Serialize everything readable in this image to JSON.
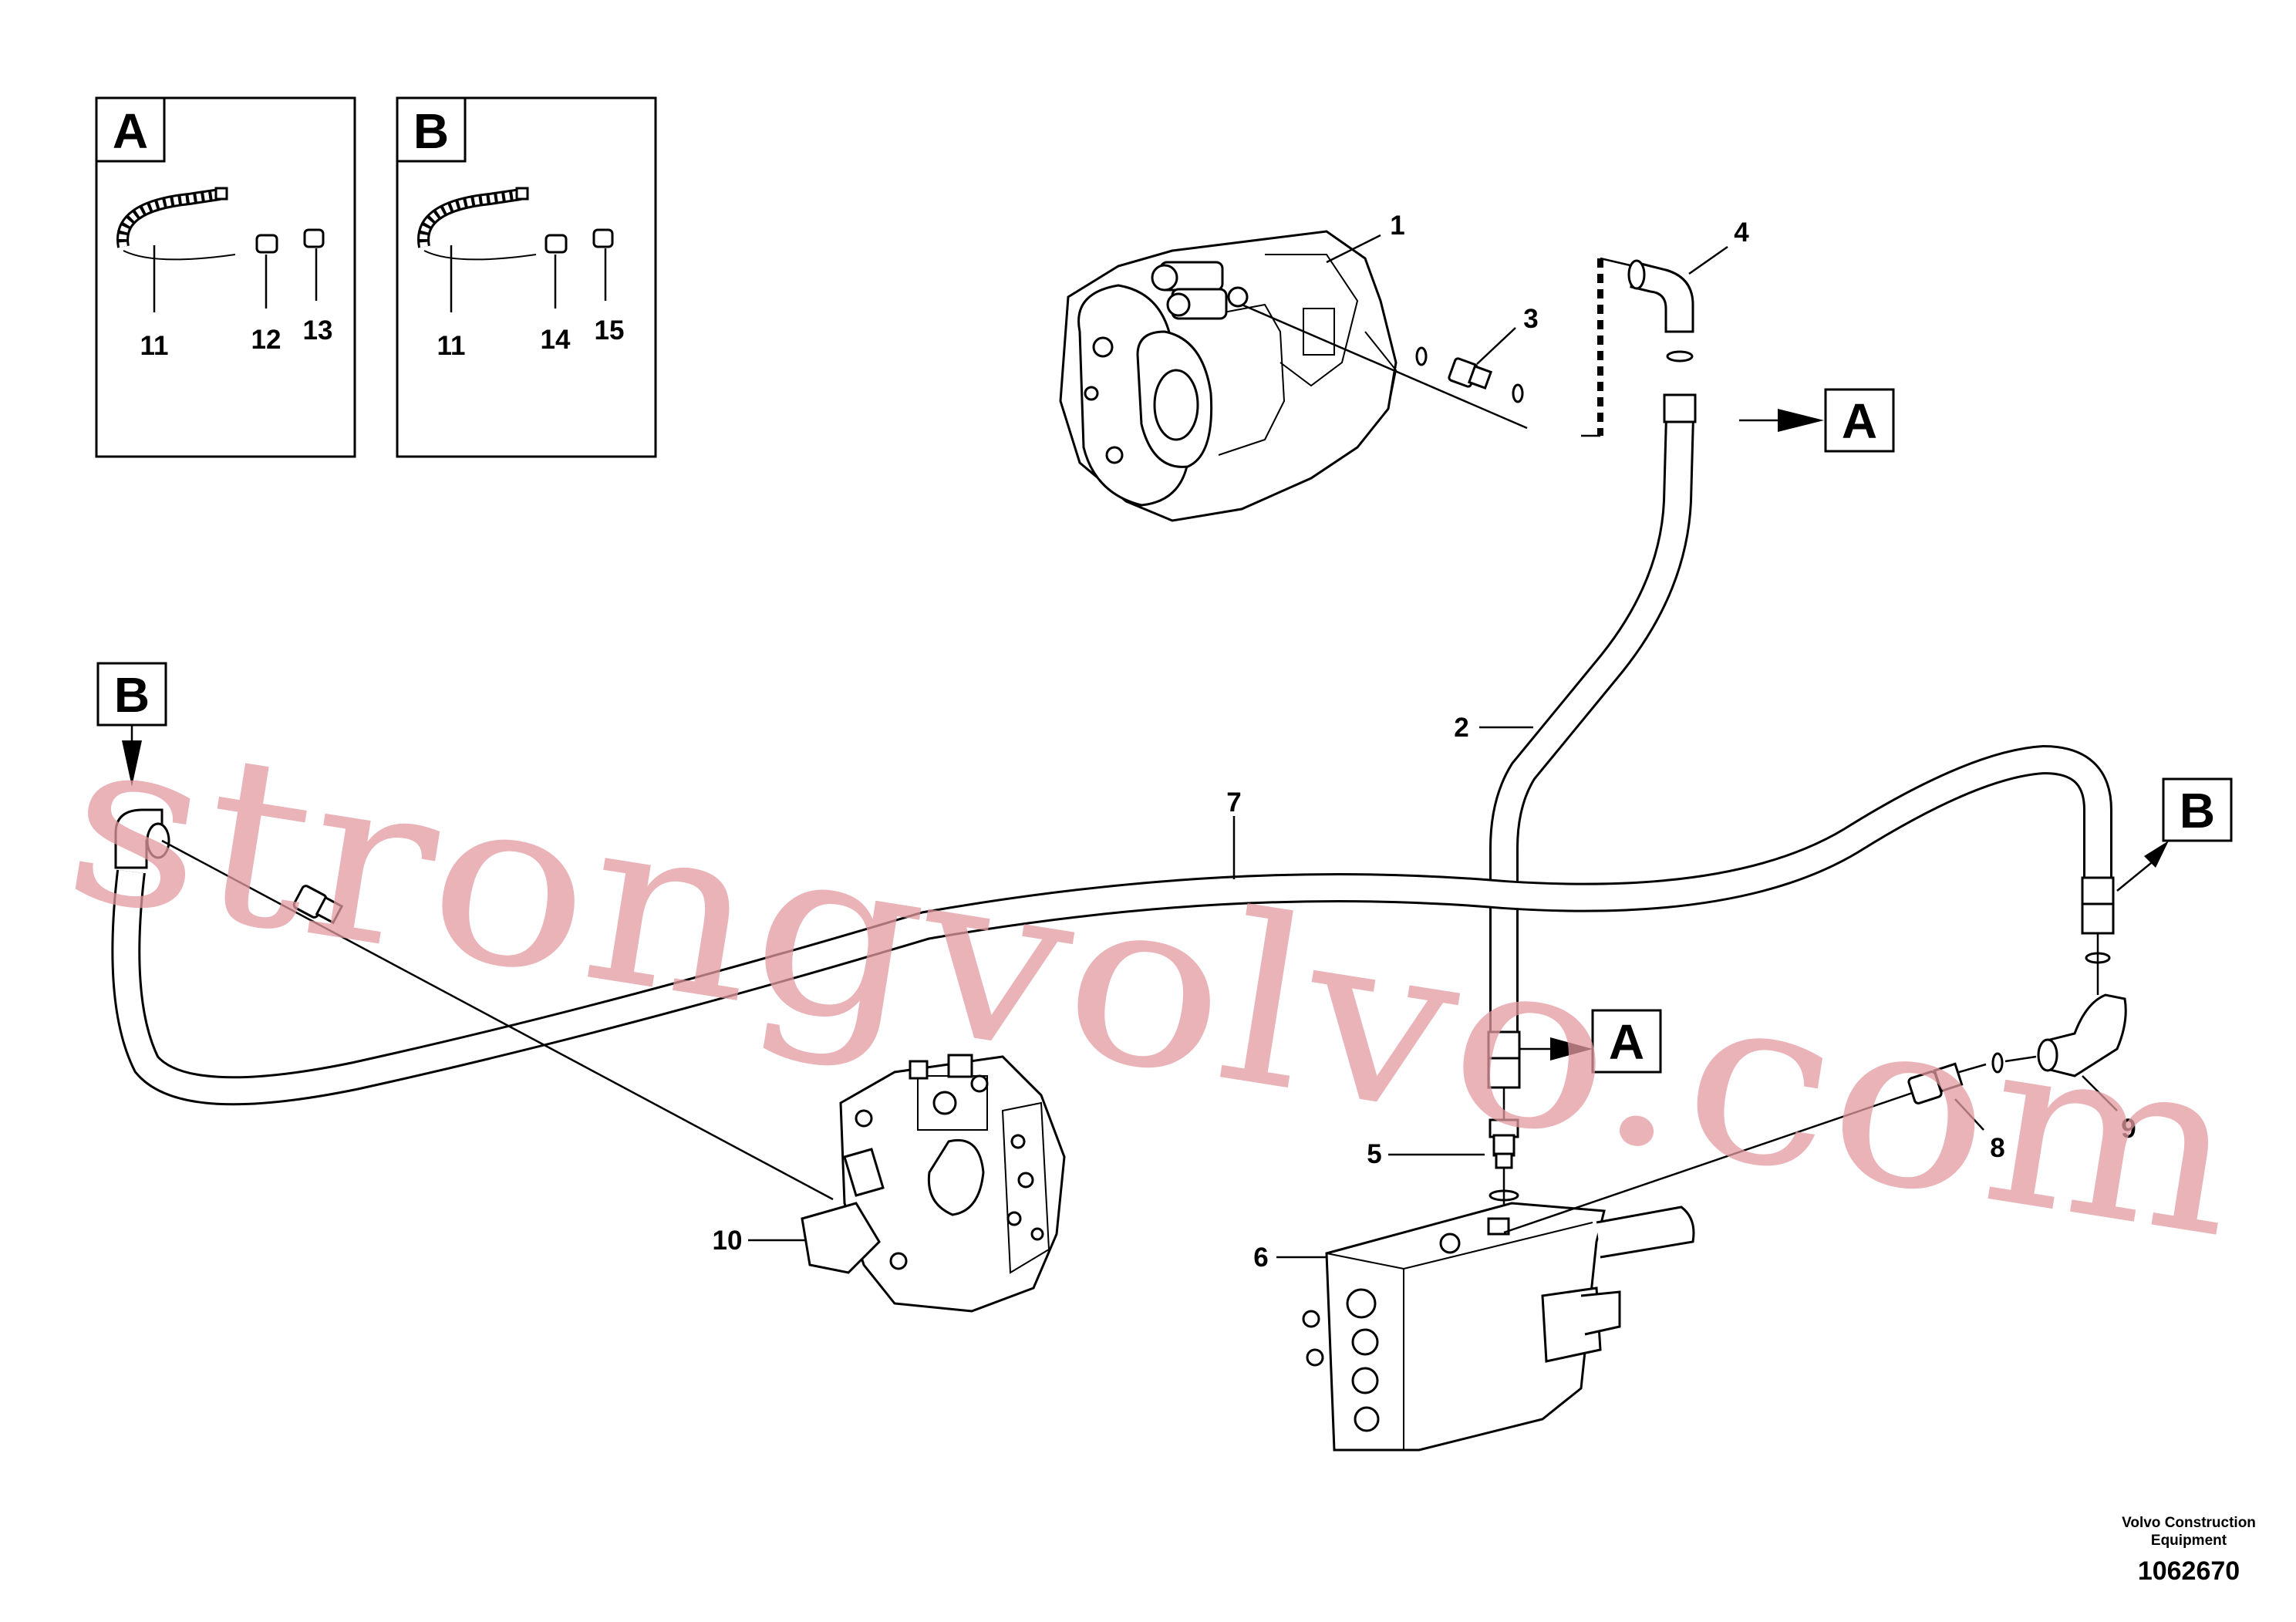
{
  "diagram": {
    "part_numbers": {
      "p1": "1",
      "p2": "2",
      "p3": "3",
      "p4": "4",
      "p5": "5",
      "p6": "6",
      "p7": "7",
      "p8": "8",
      "p9": "9",
      "p10": "10"
    },
    "kit_a": {
      "letter": "A",
      "items": [
        "11",
        "12",
        "13"
      ]
    },
    "kit_b": {
      "letter": "B",
      "items": [
        "11",
        "14",
        "15"
      ]
    },
    "callouts": {
      "a_upper": "A",
      "a_lower": "A",
      "b_left": "B",
      "b_right": "B"
    }
  },
  "watermark": "strongvolvo.com",
  "footer": {
    "company_line1": "Volvo Construction",
    "company_line2": "Equipment",
    "figure_number": "1062670"
  }
}
